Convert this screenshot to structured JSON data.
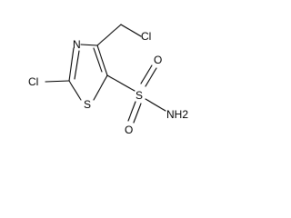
{
  "molecule": {
    "atoms": {
      "cl_left": "Cl",
      "n_ring": "N",
      "s_ring": "S",
      "cl_right": "Cl",
      "s_sulfonyl": "S",
      "o_top": "O",
      "o_bottom": "O",
      "nh2": "NH2"
    }
  },
  "colors": {
    "bond": "#000000",
    "text": "#000000",
    "background": "#ffffff"
  }
}
